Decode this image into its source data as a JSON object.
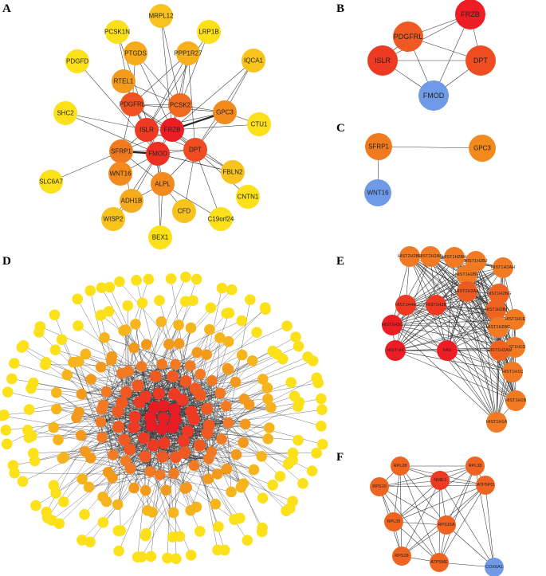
{
  "panels": [
    {
      "id": "A",
      "letter": "A",
      "nodes": [
        {
          "label": "MRPL12",
          "color": "#f7c31c"
        },
        {
          "label": "PCSK1N",
          "color": "#fbe01a"
        },
        {
          "label": "LRP1B",
          "color": "#fbe01a"
        },
        {
          "label": "PTGDS",
          "color": "#f6ab1c"
        },
        {
          "label": "PPP1R27",
          "color": "#f5b01c"
        },
        {
          "label": "PDGFD",
          "color": "#fbe01a"
        },
        {
          "label": "RTEL1",
          "color": "#f39b1d"
        },
        {
          "label": "IQCA1",
          "color": "#f7c31c"
        },
        {
          "label": "PDGFRL",
          "color": "#f05222"
        },
        {
          "label": "PCSK2",
          "color": "#f06a20"
        },
        {
          "label": "GPC3",
          "color": "#f28a1e"
        },
        {
          "label": "SHC2",
          "color": "#fbe01a"
        },
        {
          "label": "ISLR",
          "color": "#ee3a22"
        },
        {
          "label": "FRZB",
          "color": "#ec1d24"
        },
        {
          "label": "CTU1",
          "color": "#fbe01a"
        },
        {
          "label": "SFRP1",
          "color": "#f07a20"
        },
        {
          "label": "FMOD",
          "color": "#ee3022"
        },
        {
          "label": "DPT",
          "color": "#ef4c22"
        },
        {
          "label": "WNT16",
          "color": "#f28a1e"
        },
        {
          "label": "FBLN2",
          "color": "#f7c31c"
        },
        {
          "label": "SLC6A7",
          "color": "#fbe01a"
        },
        {
          "label": "ALPL",
          "color": "#f28a1e"
        },
        {
          "label": "CNTN1",
          "color": "#fbe01a"
        },
        {
          "label": "ADH1B",
          "color": "#f6ab1c"
        },
        {
          "label": "CFD",
          "color": "#f7c31c"
        },
        {
          "label": "WISP2",
          "color": "#f7c31c"
        },
        {
          "label": "C19orf24",
          "color": "#fbe01a"
        },
        {
          "label": "BEX1",
          "color": "#fbe01a"
        }
      ]
    },
    {
      "id": "B",
      "letter": "B",
      "nodes": [
        {
          "label": "PDGFRL",
          "color": "#f05a22"
        },
        {
          "label": "FRZB",
          "color": "#ec1d24"
        },
        {
          "label": "ISLR",
          "color": "#ee3a22"
        },
        {
          "label": "DPT",
          "color": "#ef4c22"
        },
        {
          "label": "FMOD",
          "color": "#6f9ae8"
        }
      ]
    },
    {
      "id": "C",
      "letter": "C",
      "nodes": [
        {
          "label": "SFRP1",
          "color": "#f07a20"
        },
        {
          "label": "GPC3",
          "color": "#f28a1e"
        },
        {
          "label": "WNT16",
          "color": "#6f9ae8"
        }
      ]
    },
    {
      "id": "D",
      "letter": "D"
    },
    {
      "id": "E",
      "letter": "E",
      "nodes": [
        {
          "label": "HIST2H2BE",
          "color": "#f27a22"
        },
        {
          "label": "HIST2H2AB",
          "color": "#f27a22"
        },
        {
          "label": "HIST1H2BH",
          "color": "#f27a22"
        },
        {
          "label": "HIST1H2BJ",
          "color": "#f27a22"
        },
        {
          "label": "HIST1H2AH",
          "color": "#f27a22"
        },
        {
          "label": "HIST1H2BF",
          "color": "#f27a22"
        },
        {
          "label": "HIST1H4E",
          "color": "#ee3a22"
        },
        {
          "label": "HIST1H3B",
          "color": "#ee3a22"
        },
        {
          "label": "HIST2H2AA",
          "color": "#ef5a22"
        },
        {
          "label": "HIST1H2BG",
          "color": "#f06422"
        },
        {
          "label": "HIST1H2BI",
          "color": "#f06422"
        },
        {
          "label": "HIST1H1E",
          "color": "#f27a22"
        },
        {
          "label": "HIST1H3C",
          "color": "#ec1d24"
        },
        {
          "label": "HIST1H2BC",
          "color": "#f27a22"
        },
        {
          "label": "HIST1H1D",
          "color": "#f27a22"
        },
        {
          "label": "HIST-H4",
          "color": "#ec1d24"
        },
        {
          "label": "FAU",
          "color": "#ec1d24"
        },
        {
          "label": "HIST1H2AM",
          "color": "#f06422"
        },
        {
          "label": "HIST1H1C",
          "color": "#f27a22"
        },
        {
          "label": "HIST1H1B",
          "color": "#f27a22"
        },
        {
          "label": "HIST1H1A",
          "color": "#f27a22"
        }
      ]
    },
    {
      "id": "F",
      "letter": "F",
      "nodes": [
        {
          "label": "RPL28",
          "color": "#f06422"
        },
        {
          "label": "RPL38",
          "color": "#f06422"
        },
        {
          "label": "NME1",
          "color": "#ee3a22"
        },
        {
          "label": "RPS10",
          "color": "#f06422"
        },
        {
          "label": "ATP5PO",
          "color": "#f06422"
        },
        {
          "label": "RPL35",
          "color": "#f06422"
        },
        {
          "label": "RPS15A",
          "color": "#f06422"
        },
        {
          "label": "RPS28",
          "color": "#f06422"
        },
        {
          "label": "ATP5ME",
          "color": "#f06422"
        },
        {
          "label": "COX6A1",
          "color": "#6f9ae8"
        }
      ]
    }
  ],
  "dense_network": {
    "core_colors": [
      "#e81c24",
      "#ee3a22",
      "#f05a22",
      "#f27a22",
      "#f39a1d",
      "#f6b51c",
      "#fbe01a"
    ],
    "node_count": 300
  }
}
